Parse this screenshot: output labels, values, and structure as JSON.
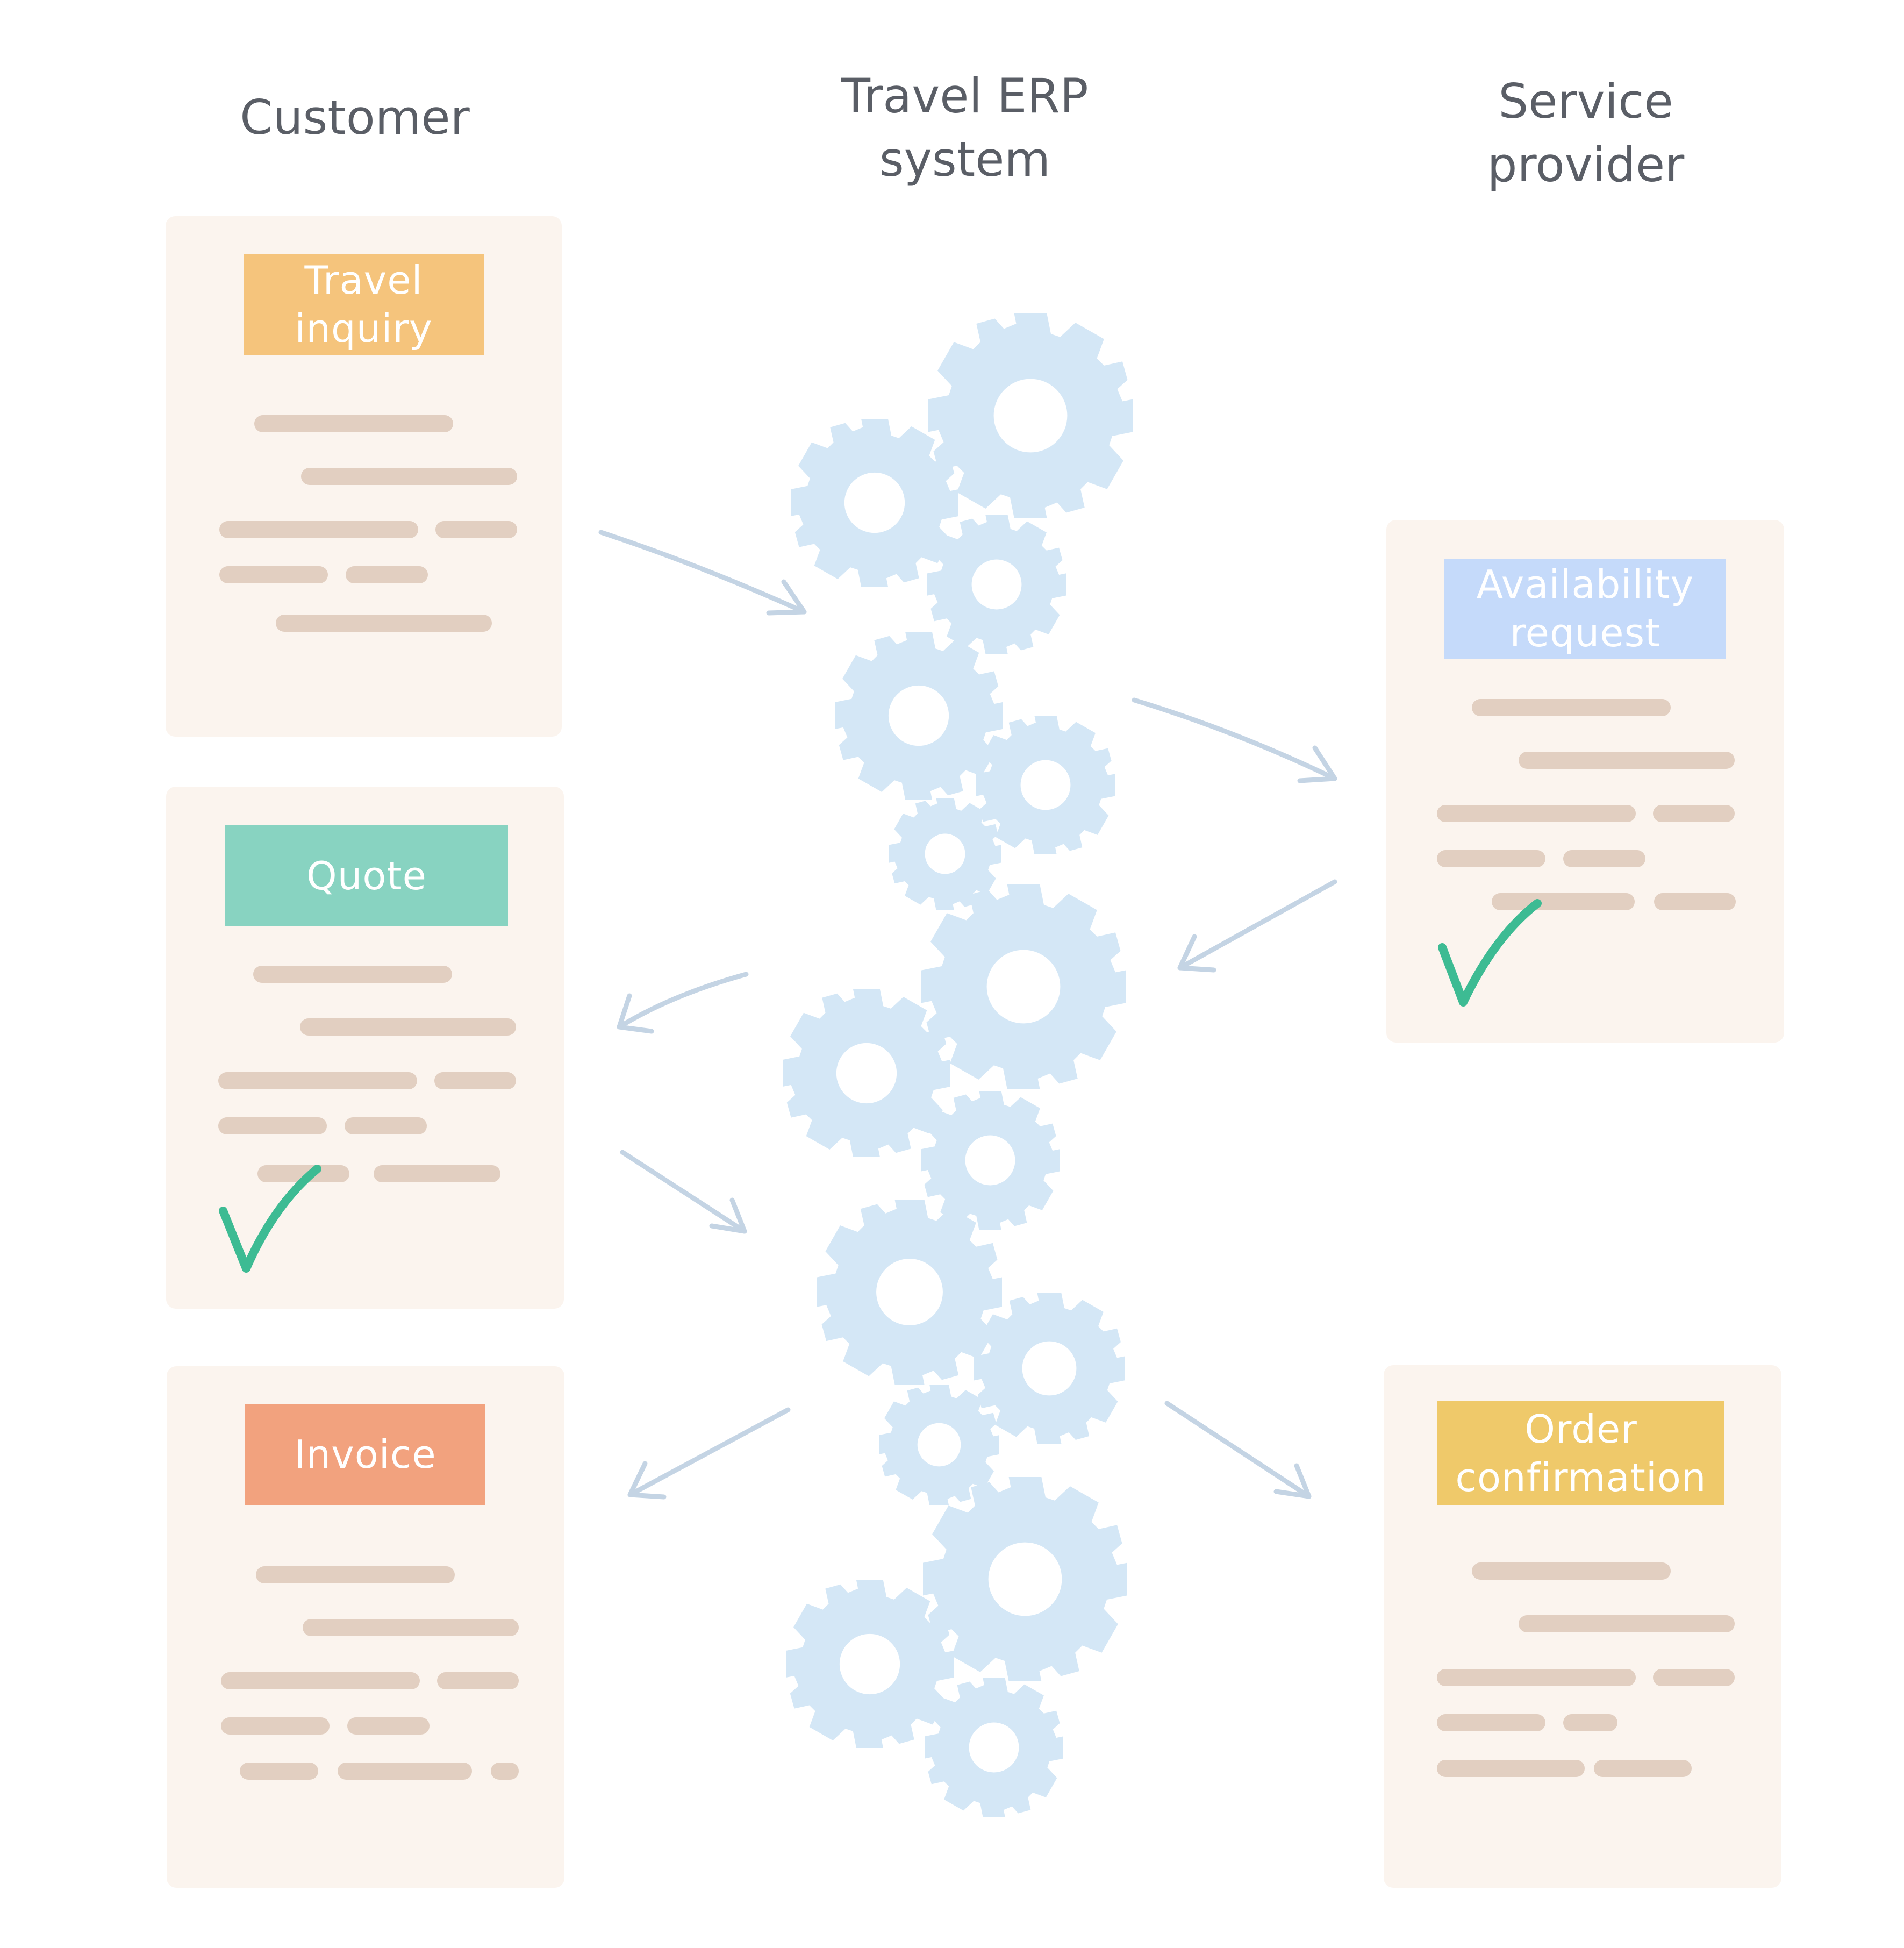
{
  "columns": {
    "customer": "Customer",
    "erp": "Travel ERP\nsystem",
    "provider": "Service\nprovider"
  },
  "documents": {
    "travel_inquiry": {
      "label": "Travel\ninquiry",
      "color": "#f5c47c"
    },
    "quote": {
      "label": "Quote",
      "color": "#88d3c1"
    },
    "invoice": {
      "label": "Invoice",
      "color": "#f2a27e"
    },
    "availability_request": {
      "label": "Availability\nrequest",
      "color": "#c5dafa"
    },
    "order_confirmation": {
      "label": "Order\nconfirmation",
      "color": "#efc96a"
    }
  },
  "colors": {
    "card_background": "#fbf4ee",
    "text_line": "#e2cfc1",
    "gear": "#d4e7f6",
    "arrow": "#c4d4e4",
    "checkmark": "#3dbb93",
    "title_text": "#5a5e66"
  },
  "icons": {
    "gear": "gear-icon",
    "check": "checkmark-icon",
    "arrow": "arrow-icon"
  }
}
